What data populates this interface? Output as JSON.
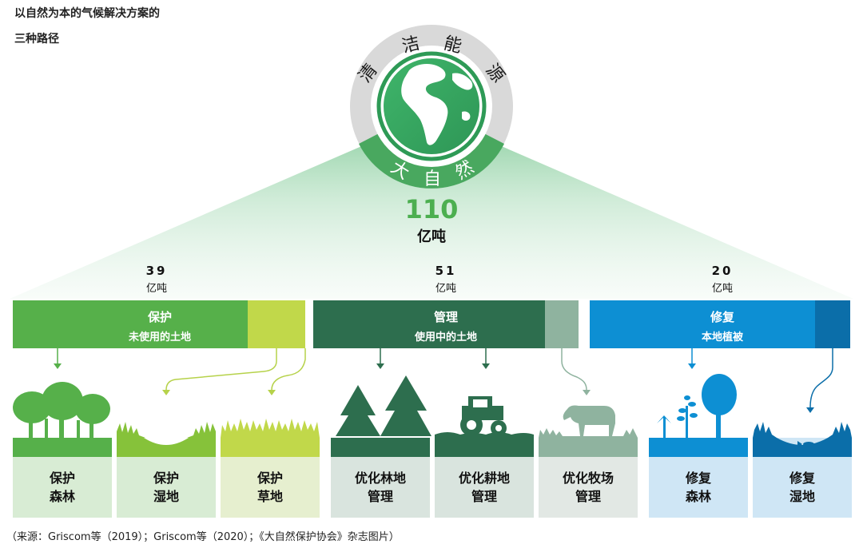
{
  "title": {
    "line1": "以自然为本的气候解决方案的",
    "line2": "三种路径"
  },
  "ring": {
    "top_chars": [
      "清",
      "洁",
      "能",
      "源"
    ],
    "bottom_chars": [
      "大",
      "自",
      "然"
    ]
  },
  "total": {
    "value": "110",
    "unit": "亿吨"
  },
  "pathways": [
    {
      "value": "39",
      "unit": "亿吨",
      "heading": "保护",
      "sub": "未使用的土地"
    },
    {
      "value": "51",
      "unit": "亿吨",
      "heading": "管理",
      "sub": "使用中的土地"
    },
    {
      "value": "20",
      "unit": "亿吨",
      "heading": "修复",
      "sub": "本地植被"
    }
  ],
  "panels": [
    {
      "line1": "保护",
      "line2": "森林"
    },
    {
      "line1": "保护",
      "line2": "湿地"
    },
    {
      "line1": "保护",
      "line2": "草地"
    },
    {
      "line1": "优化林地",
      "line2": "管理"
    },
    {
      "line1": "优化耕地",
      "line2": "管理"
    },
    {
      "line1": "优化牧场",
      "line2": "管理"
    },
    {
      "line1": "修复",
      "line2": "森林"
    },
    {
      "line1": "修复",
      "line2": "湿地"
    }
  ],
  "source": "（来源：Griscom等（2019）；Griscom等（2020）；《大自然保护协会》杂志图片）",
  "colors": {
    "protect": "#56b04a",
    "protect_light": "#c1d84a",
    "manage": "#2d6e4e",
    "manage_light": "#8fb39f",
    "restore": "#0d8fd3",
    "restore_dark": "#0b6ea9"
  }
}
